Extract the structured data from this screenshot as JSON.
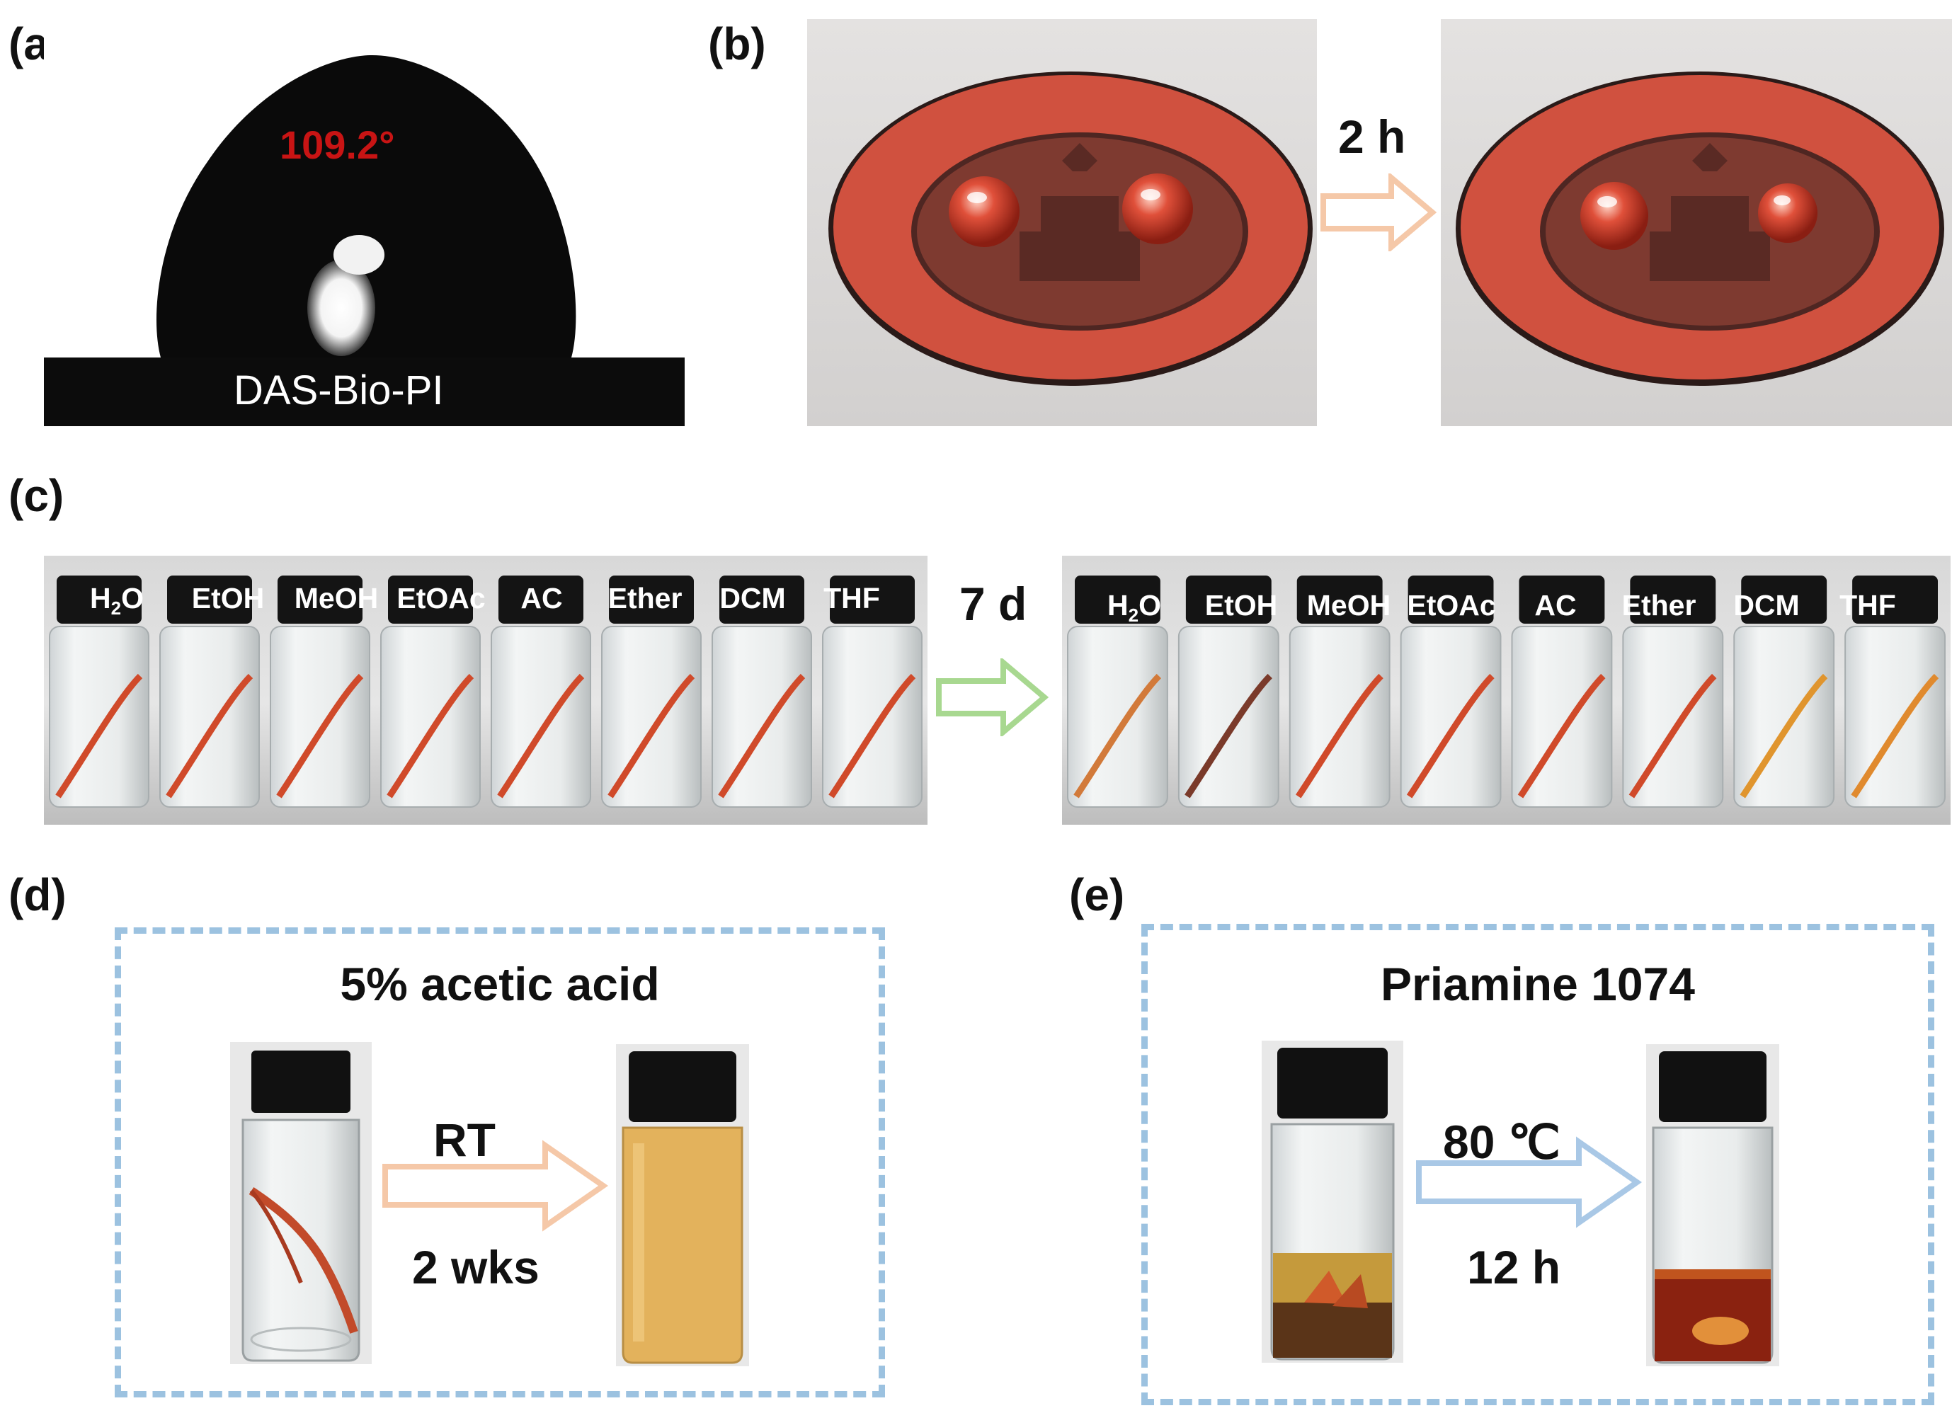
{
  "panels": {
    "a": {
      "label": "(a)",
      "angle": "109.2°",
      "sample": "DAS-Bio-PI"
    },
    "b": {
      "label": "(b)",
      "time": "2 h"
    },
    "c": {
      "label": "(c)",
      "time": "7 d",
      "solvents": [
        "H2O",
        "EtOH",
        "MeOH",
        "EtOAc",
        "AC",
        "Ether",
        "DCM",
        "THF"
      ]
    },
    "d": {
      "label": "(d)",
      "title": "5% acetic acid",
      "condition_top": "RT",
      "condition_bottom": "2 wks"
    },
    "e": {
      "label": "(e)",
      "title": "Priamine 1074",
      "condition_top": "80 ℃",
      "condition_bottom": "12 h"
    }
  },
  "colors": {
    "angle_text": "#c81414",
    "arrow_orange": "#f5c8a8",
    "arrow_green": "#a8d890",
    "arrow_blue": "#a9c8e6",
    "dashed_box": "#9cc2e0",
    "film_red": "#d04a2a"
  }
}
